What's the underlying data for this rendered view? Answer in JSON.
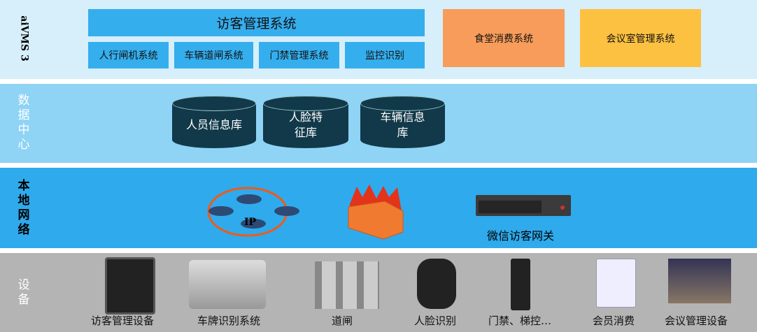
{
  "layers": {
    "app": "aiVMS 3",
    "data": "数据中心",
    "network": "本地网络",
    "devices": "设备"
  },
  "app": {
    "main": "访客管理系统",
    "subs": [
      "人行闸机系统",
      "车辆道闸系统",
      "门禁管理系统",
      "监控识别"
    ],
    "canteen": "食堂消费系统",
    "meeting": "会议室管理系统"
  },
  "databases": [
    "人员信息库",
    "人脸特征库",
    "车辆信息库"
  ],
  "network": {
    "ip": "IP",
    "gateway": "微信访客网关"
  },
  "devices": [
    "访客管理设备",
    "车牌识别系统",
    "道闸",
    "人脸识别",
    "门禁、梯控…",
    "会员消费",
    "会议管理设备"
  ],
  "colors": {
    "blue": "#35aeee",
    "orange": "#f79c5a",
    "yellow": "#fdc141",
    "db": "#12394a"
  }
}
